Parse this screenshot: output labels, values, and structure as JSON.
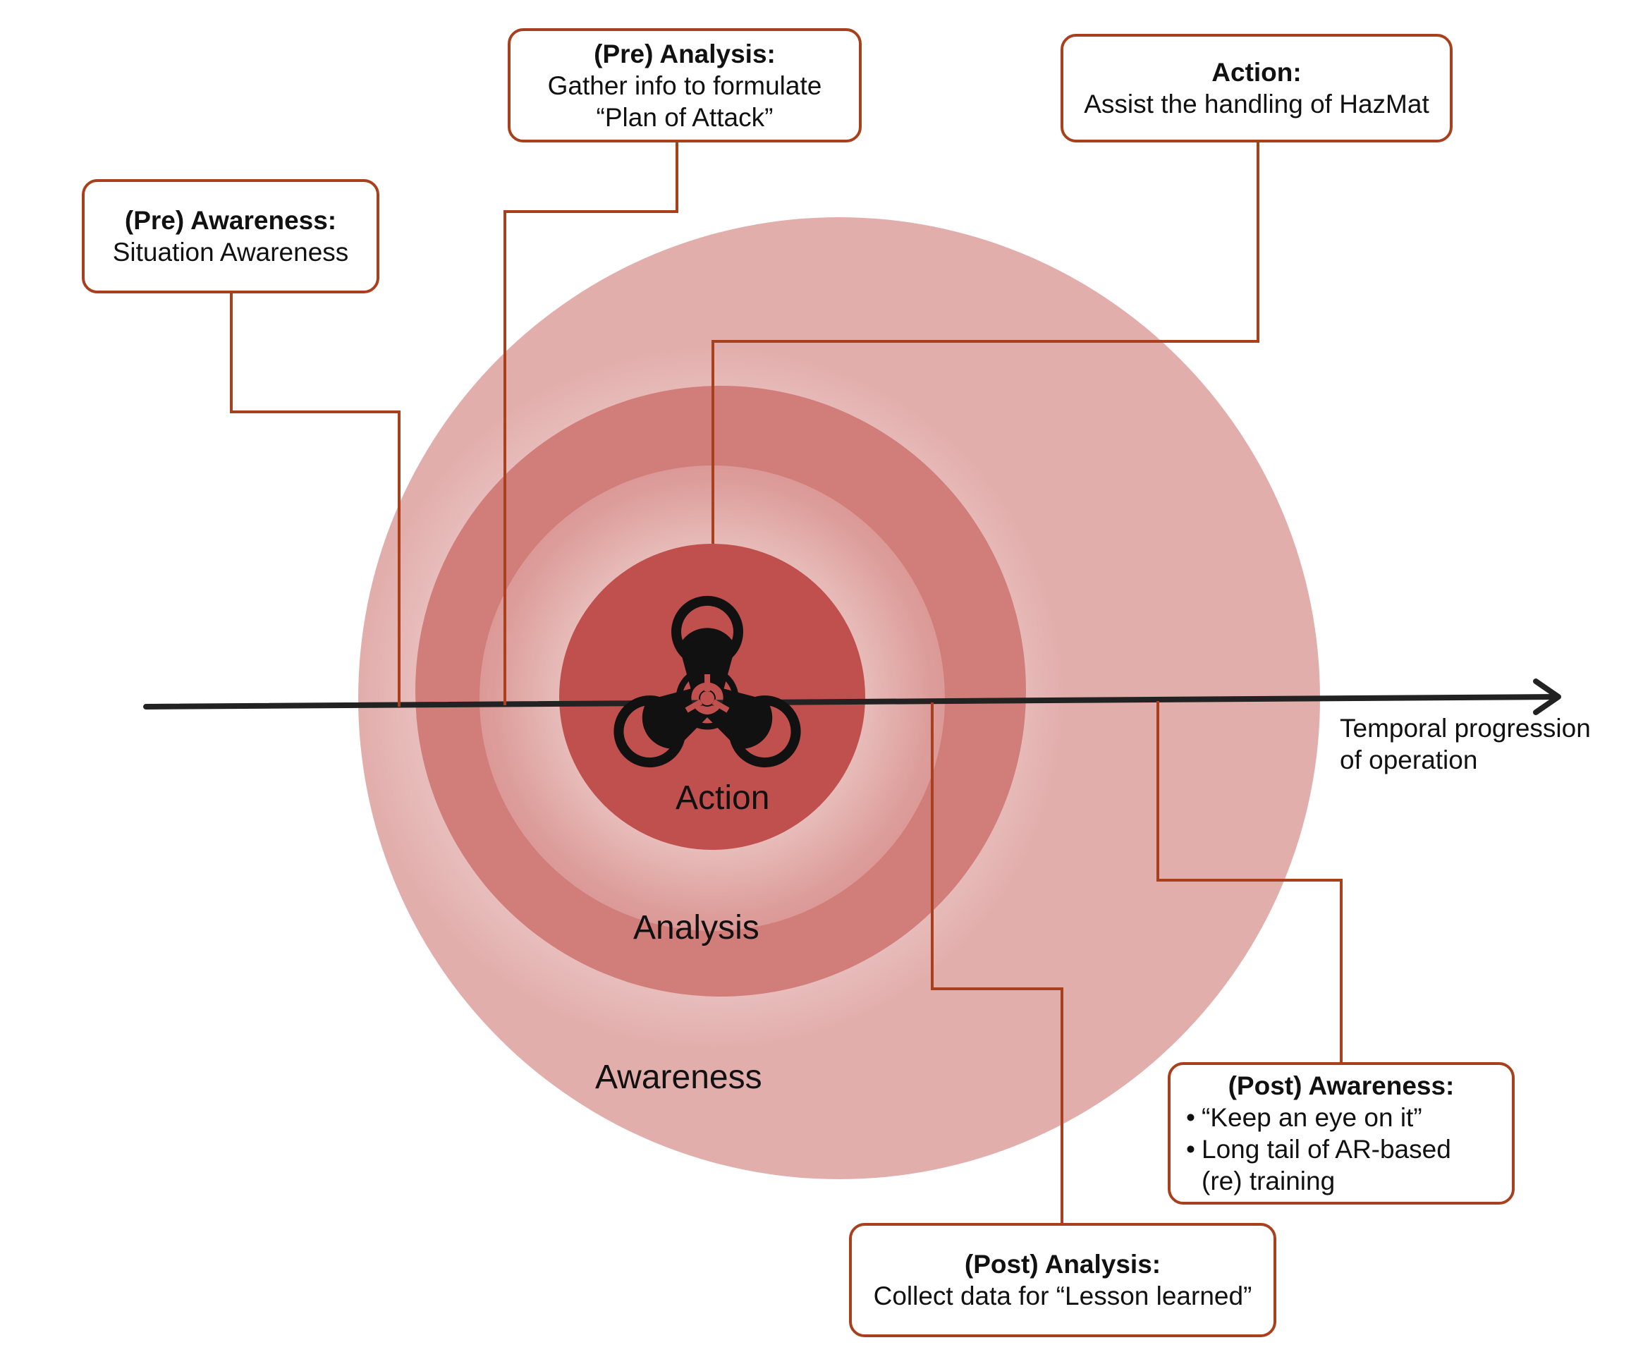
{
  "colors": {
    "connector": "#a8401e",
    "axis": "#222222",
    "outer_ring": "#e2aeac",
    "middle_ring": "#d17d79",
    "inner_circle": "#c0504d",
    "icon": "#111111"
  },
  "rings": {
    "action": "Action",
    "analysis": "Analysis",
    "awareness": "Awareness"
  },
  "axis": {
    "label_line1": "Temporal progression",
    "label_line2": "of operation"
  },
  "callouts": {
    "pre_awareness": {
      "title": "(Pre) Awareness:",
      "line1": "Situation Awareness"
    },
    "pre_analysis": {
      "title": "(Pre) Analysis:",
      "line1": "Gather info to formulate",
      "line2": "“Plan of Attack”"
    },
    "action": {
      "title": "Action:",
      "line1": "Assist the handling of HazMat"
    },
    "post_awareness": {
      "title": "(Post) Awareness:",
      "bullet1": "“Keep an eye on it”",
      "bullet2_line1": "Long tail of AR-based",
      "bullet2_line2": "(re) training"
    },
    "post_analysis": {
      "title": "(Post) Analysis:",
      "line1": "Collect data for “Lesson learned”"
    }
  },
  "icons": {
    "center": "biohazard-icon"
  }
}
